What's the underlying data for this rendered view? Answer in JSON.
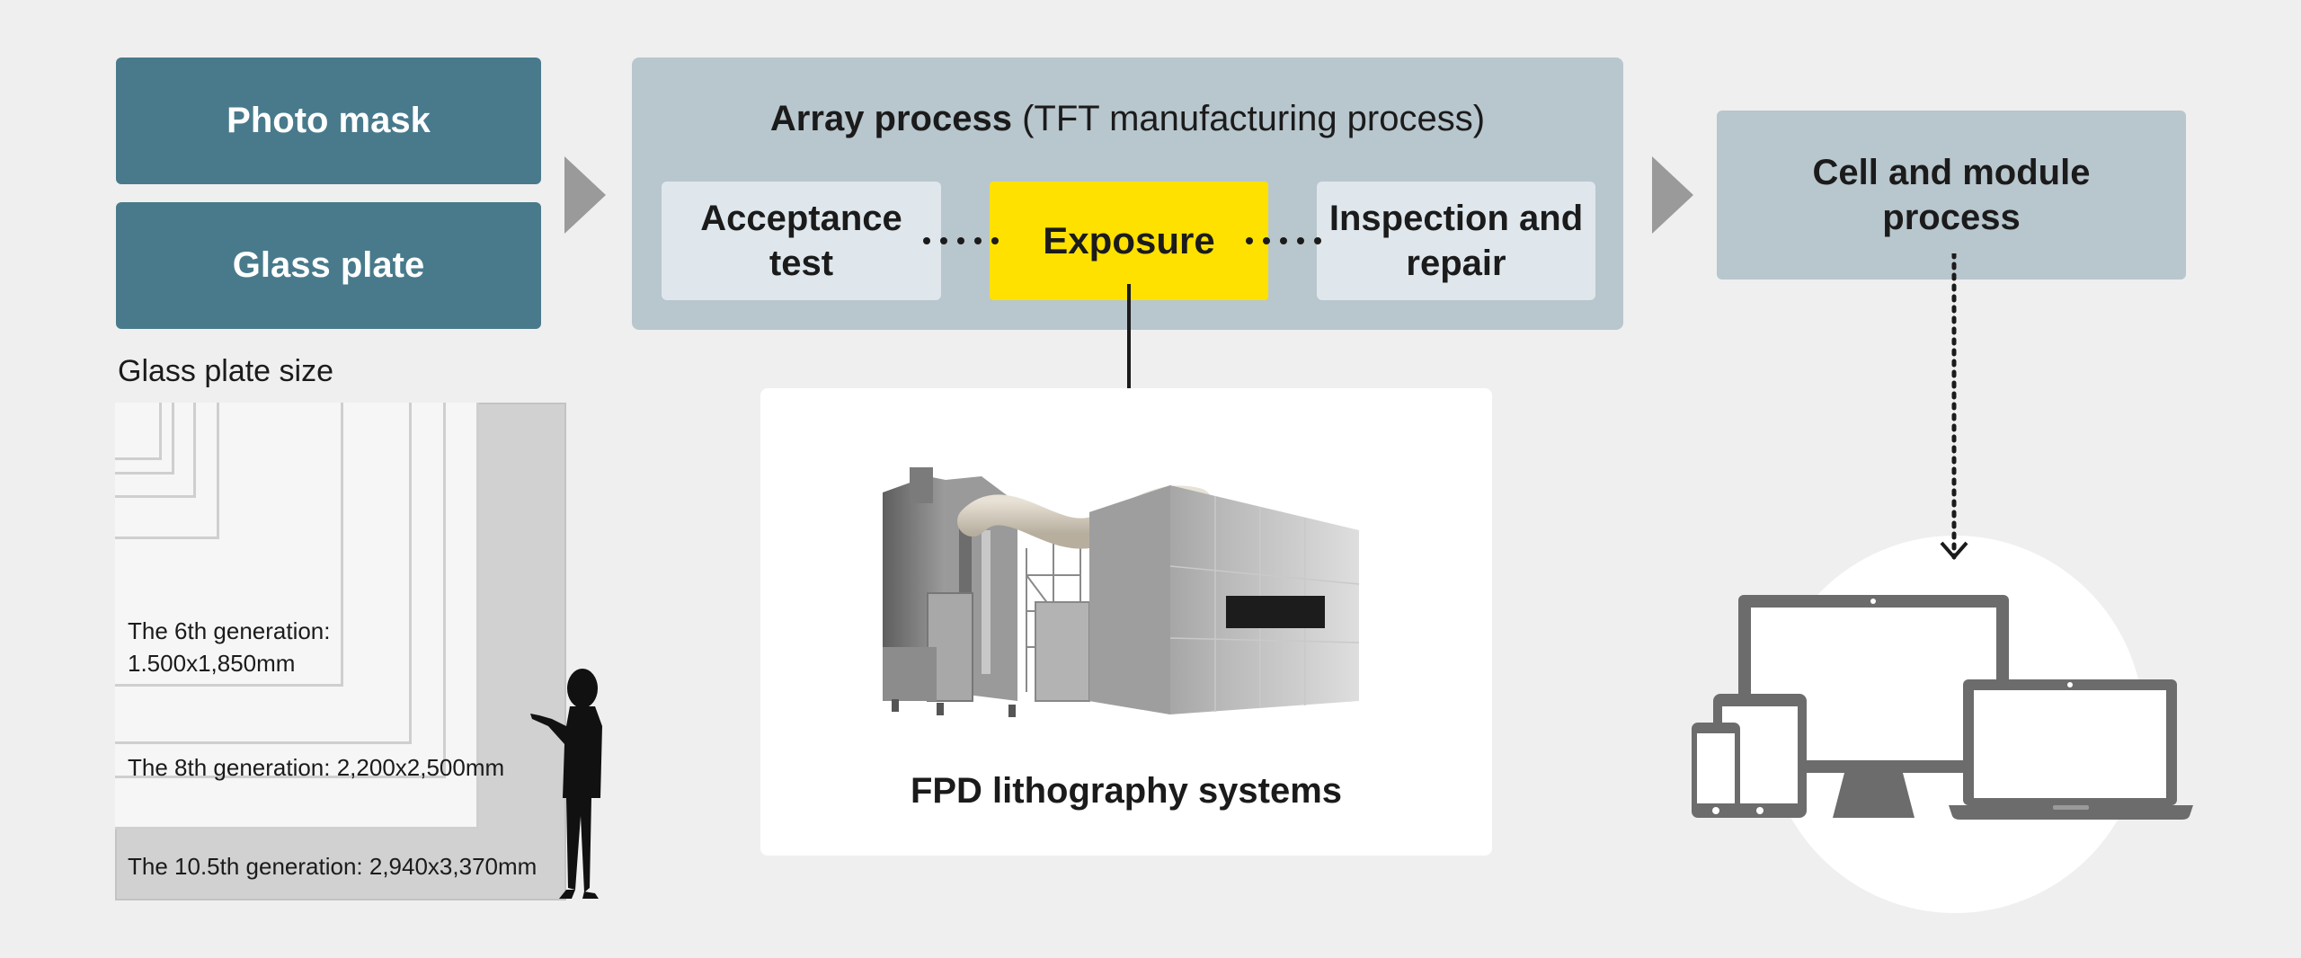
{
  "inputs": {
    "photo_mask": "Photo mask",
    "glass_plate": "Glass plate"
  },
  "array_process": {
    "title_bold": "Array process",
    "title_rest": " (TFT manufacturing process)",
    "steps": {
      "acceptance": "Acceptance test",
      "exposure": "Exposure",
      "inspection": "Inspection and repair"
    }
  },
  "cell_module": "Cell and module process",
  "glass_sizes": {
    "title": "Glass plate size",
    "gen6": "The 6th generation: 1.500x1,850mm",
    "gen8": "The 8th generation: 2,200x2,500mm",
    "gen10": "The 10.5th generation: 2,940x3,370mm"
  },
  "fpd": {
    "label": "FPD lithography systems"
  },
  "colors": {
    "teal": "#487a8c",
    "panel": "#b8c6cd",
    "step_box": "#dfe7ec",
    "highlight": "#ffe100",
    "device_gray": "#6c6c6c"
  },
  "icons": [
    "chevron-right-icon",
    "machine-illustration",
    "person-silhouette-icon",
    "monitor-icon",
    "tablet-icon",
    "phone-icon",
    "laptop-icon"
  ]
}
